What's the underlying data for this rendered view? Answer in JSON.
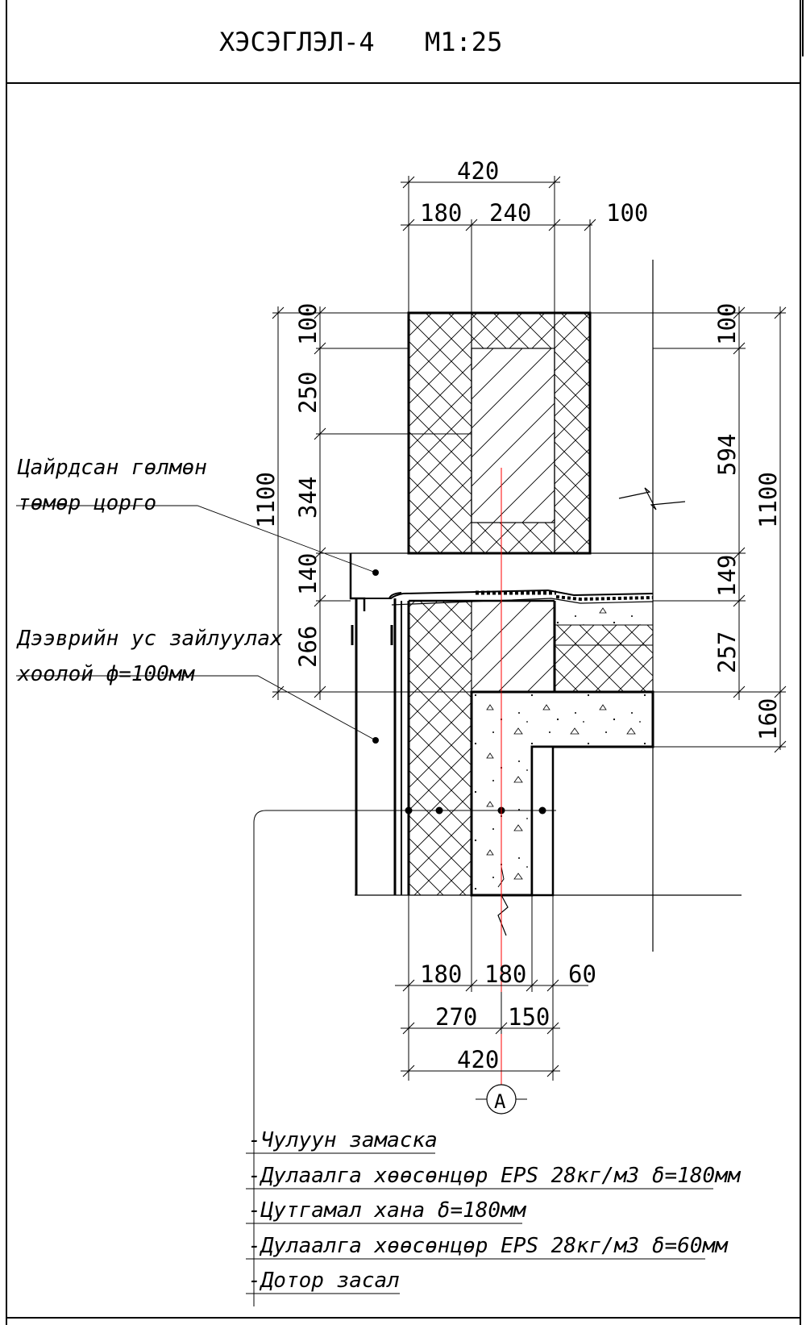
{
  "title": {
    "name": "ХЭСЭГЛЭЛ-4",
    "scale": "M1:25"
  },
  "dimensions": {
    "top_total": "420",
    "top_a": "180",
    "top_b": "240",
    "top_c": "100",
    "left_total": "1100",
    "left_1": "100",
    "left_2": "250",
    "left_3": "344",
    "left_4": "140",
    "left_5": "266",
    "right_total": "1100",
    "right_1": "100",
    "right_2": "594",
    "right_3": "149",
    "right_4": "257",
    "right_5": "160",
    "bottom_a": "180",
    "bottom_b": "180",
    "bottom_c": "60",
    "bottom_d": "270",
    "bottom_e": "150",
    "bottom_total": "420"
  },
  "axis_label": "A",
  "callouts": {
    "coping_line1": "Цайрдсан гөлмөн",
    "coping_line2": "төмөр цорго",
    "drain_line1": "Дээврийн ус зайлуулах",
    "drain_line2": "хоолой ф=100мм"
  },
  "layers": [
    "-Чулуун замаска",
    "-Дулаалга хөөсөнцөр EPS 28кг/м3 δ=180мм",
    "-Цутгамал хана δ=180мм",
    "-Дулаалга хөөсөнцөр EPS 28кг/м3 δ=60мм",
    "-Дотор засал"
  ],
  "colors": {
    "line": "#000000",
    "axis": "#ff0000",
    "paper": "#ffffff"
  }
}
